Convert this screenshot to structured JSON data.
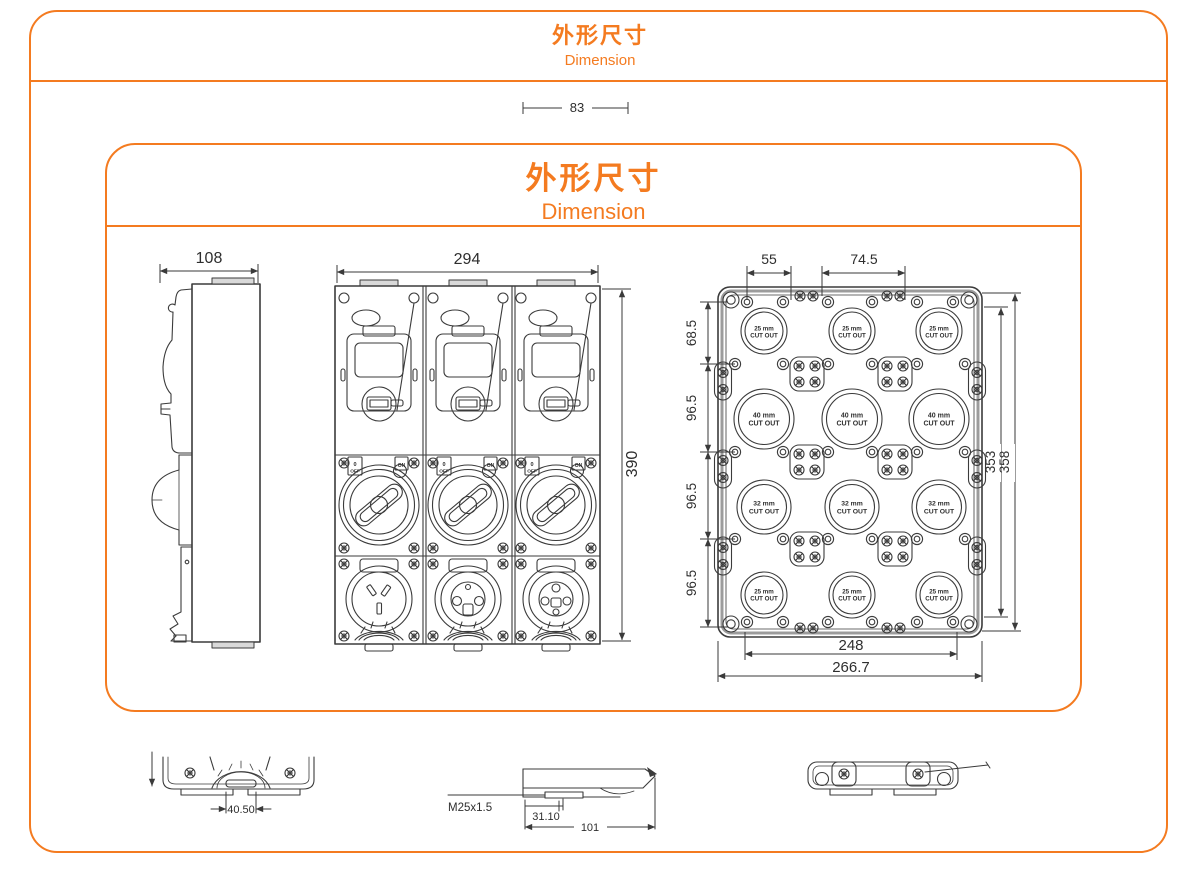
{
  "colors": {
    "accent": "#F47B20",
    "line": "#3B3B3B"
  },
  "top_header": {
    "title_zh": "外形尺寸",
    "title_en": "Dimension"
  },
  "inner_header": {
    "title_zh": "外形尺寸",
    "title_en": "Dimension"
  },
  "dimensions": {
    "strip_width": "83",
    "side_depth": "108",
    "front_width": "294",
    "front_height": "390",
    "back_pitch_a": "55",
    "back_pitch_b": "74.5",
    "back_row_1": "68.5",
    "back_row_2": "96.5",
    "back_row_3": "96.5",
    "back_row_4": "96.5",
    "back_height_inner": "353",
    "back_height_outer": "358",
    "back_width_inner": "248",
    "back_width_outer": "266.7",
    "lid_handle_width": "40.50",
    "gland_thread": "M25x1.5",
    "gland_offset": "31.10",
    "base_depth": "101"
  },
  "front_view": {
    "switch_pos_off": "0",
    "switch_off": "OFF",
    "switch_on": "ON"
  },
  "back_view": {
    "cutouts": {
      "row1_size": "25 mm",
      "row2_size": "40 mm",
      "row3_size": "32 mm",
      "row4_size": "25 mm",
      "label": "CUT OUT"
    }
  }
}
